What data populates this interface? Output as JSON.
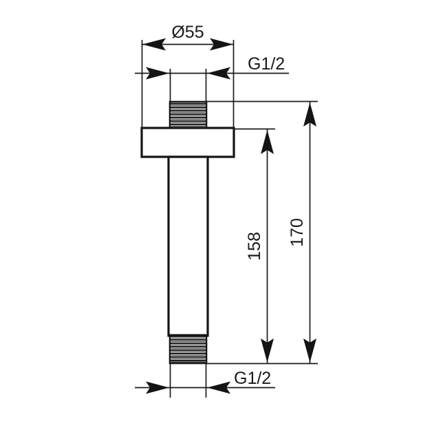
{
  "drawing": {
    "title": "Shower arm ceiling mount dimensional drawing",
    "units": "mm",
    "background_color": "#ffffff",
    "line_color": "#141414",
    "text_color": "#1a1a1a"
  },
  "dimensions": {
    "flange_diameter": {
      "label": "Ø55",
      "value": 55,
      "orientation": "horizontal",
      "position": "top"
    },
    "thread_top": {
      "label": "G1/2",
      "orientation": "horizontal",
      "position": "top-right"
    },
    "tube_length": {
      "label": "158",
      "value": 158,
      "orientation": "vertical",
      "position": "right-inner"
    },
    "overall_length": {
      "label": "170",
      "value": 170,
      "orientation": "vertical",
      "position": "right-outer"
    },
    "thread_bottom": {
      "label": "G1/2",
      "orientation": "horizontal",
      "position": "bottom-right"
    }
  },
  "parts": {
    "top_thread": {
      "name": "upper-threaded-nipple"
    },
    "flange": {
      "name": "ceiling-flange-plate"
    },
    "tube": {
      "name": "shower-arm-tube"
    },
    "bottom_thread": {
      "name": "lower-threaded-nipple"
    }
  }
}
